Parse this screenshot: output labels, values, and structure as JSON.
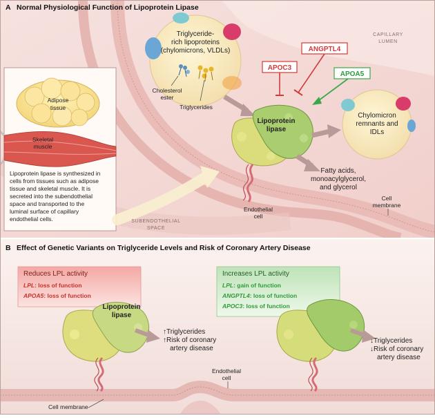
{
  "panelA": {
    "letter": "A",
    "title": "Normal Physiological Function of Lipoprotein Lipase",
    "trl_lines": [
      "Triglyceride-",
      "rich lipoproteins",
      "(chylomicrons, VLDLs)"
    ],
    "cholesterol_ester": [
      "Cholesterol",
      "ester"
    ],
    "triglycerides": "Triglycerides",
    "apoc3": "APOC3",
    "angptl4": "ANGPTL4",
    "apoa5": "APOA5",
    "capillary_lumen": [
      "CAPILLARY",
      "LUMEN"
    ],
    "lpl_lines": [
      "Lipoprotein",
      "lipase"
    ],
    "remnants_lines": [
      "Chylomicron",
      "remnants and",
      "IDLs"
    ],
    "adipose_lines": [
      "Adipose",
      "tissue"
    ],
    "muscle_lines": [
      "Skeletal",
      "muscle"
    ],
    "description_lines": [
      "Lipoprotein lipase is synthesized in",
      "cells from tissues such as adipose",
      "tissue and skeletal muscle. It is",
      "secreted into the subendothelial",
      "space and transported to the",
      "luminal surface of capillary",
      "endothelial cells."
    ],
    "fatty_acids_lines": [
      "Fatty acids,",
      "monoacylglycerol,",
      "and glycerol"
    ],
    "cell_membrane_lines": [
      "Cell",
      "membrane"
    ],
    "endothelial_cell_lines": [
      "Endothelial",
      "cell"
    ],
    "subendothelial_lines": [
      "SUBENDOTHELIAL",
      "SPACE"
    ]
  },
  "panelB": {
    "letter": "B",
    "title": "Effect of Genetic Variants on Triglyceride Levels and Risk of Coronary Artery Disease",
    "reduces": {
      "header": "Reduces LPL activity",
      "items": [
        {
          "gene": "LPL",
          "effect": ": loss of function"
        },
        {
          "gene": "APOA5",
          "effect": ": loss of function"
        }
      ]
    },
    "increases": {
      "header": "Increases LPL activity",
      "items": [
        {
          "gene": "LPL",
          "effect": ": gain of function"
        },
        {
          "gene": "ANGPTL4",
          "effect": ": loss of function"
        },
        {
          "gene": "APOC3",
          "effect": ": loss of function"
        }
      ]
    },
    "lpl_lines": [
      "Lipoprotein",
      "lipase"
    ],
    "left_outcome_lines": [
      "↑Triglycerides",
      "↑Risk of coronary",
      "artery disease"
    ],
    "right_outcome_lines": [
      "↓Triglycerides",
      "↓Risk of coronary",
      "artery disease"
    ],
    "endothelial_cell_lines": [
      "Endothelial",
      "cell"
    ],
    "cell_membrane": "Cell membrane"
  },
  "colors": {
    "tissue_pink": "#f3d3d1",
    "tissue_deep": "#e8b8b5",
    "lpl_yellow": "#dede7e",
    "lpl_green": "#a8cc70",
    "inhibit_red": "#d23a3a",
    "activate_green": "#3aa84a",
    "red_text": "#c8322c",
    "green_text": "#2e9a3c"
  }
}
